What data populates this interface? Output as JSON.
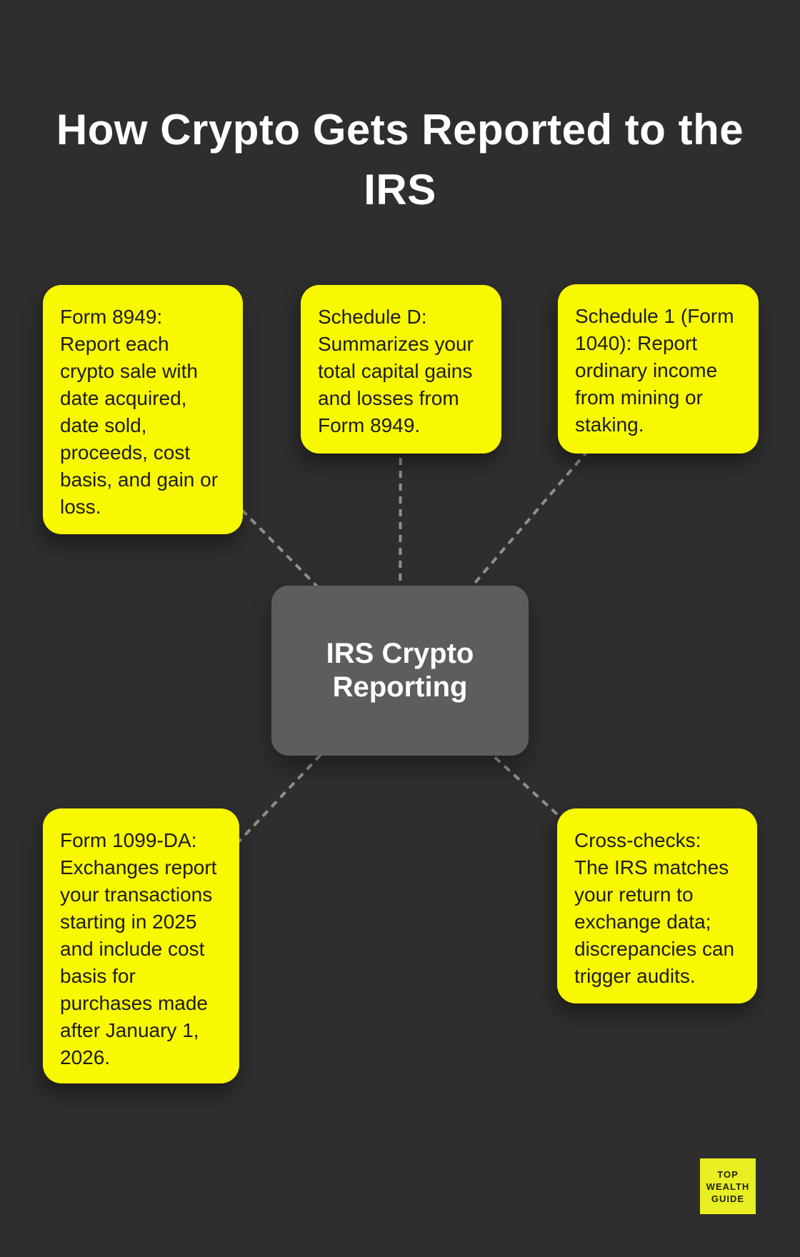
{
  "title": "How Crypto Gets Reported to the IRS",
  "center_node": {
    "label": "IRS Crypto Reporting"
  },
  "cards": [
    {
      "id": "form-8949",
      "text": "Form 8949: Report each crypto sale with date acquired, date sold, proceeds, cost basis, and gain or loss."
    },
    {
      "id": "schedule-d",
      "text": "Schedule D: Summarizes your total capital gains and losses from Form 8949."
    },
    {
      "id": "schedule-1",
      "text": "Schedule 1 (Form 1040): Report ordinary income from mining or staking."
    },
    {
      "id": "form-1099-da",
      "text": "Form 1099-DA: Exchanges report your transactions starting in 2025 and include cost basis for purchases made after January 1, 2026."
    },
    {
      "id": "cross-checks",
      "text": "Cross-checks: The IRS matches your return to exchange data; discrepancies can trigger audits."
    }
  ],
  "logo": {
    "line1": "TOP",
    "line2": "WEALTH",
    "line3": "GUIDE"
  },
  "colors": {
    "background": "#2e2e2e",
    "card_yellow": "#f8f800",
    "card_text": "#1c1c1c",
    "node_gray": "#5d5d5d",
    "node_text": "#ffffff",
    "title_text": "#ffffff",
    "connector_gray": "#8f8f8f",
    "logo_yellow": "#e9ef22",
    "logo_text": "#20240f"
  }
}
